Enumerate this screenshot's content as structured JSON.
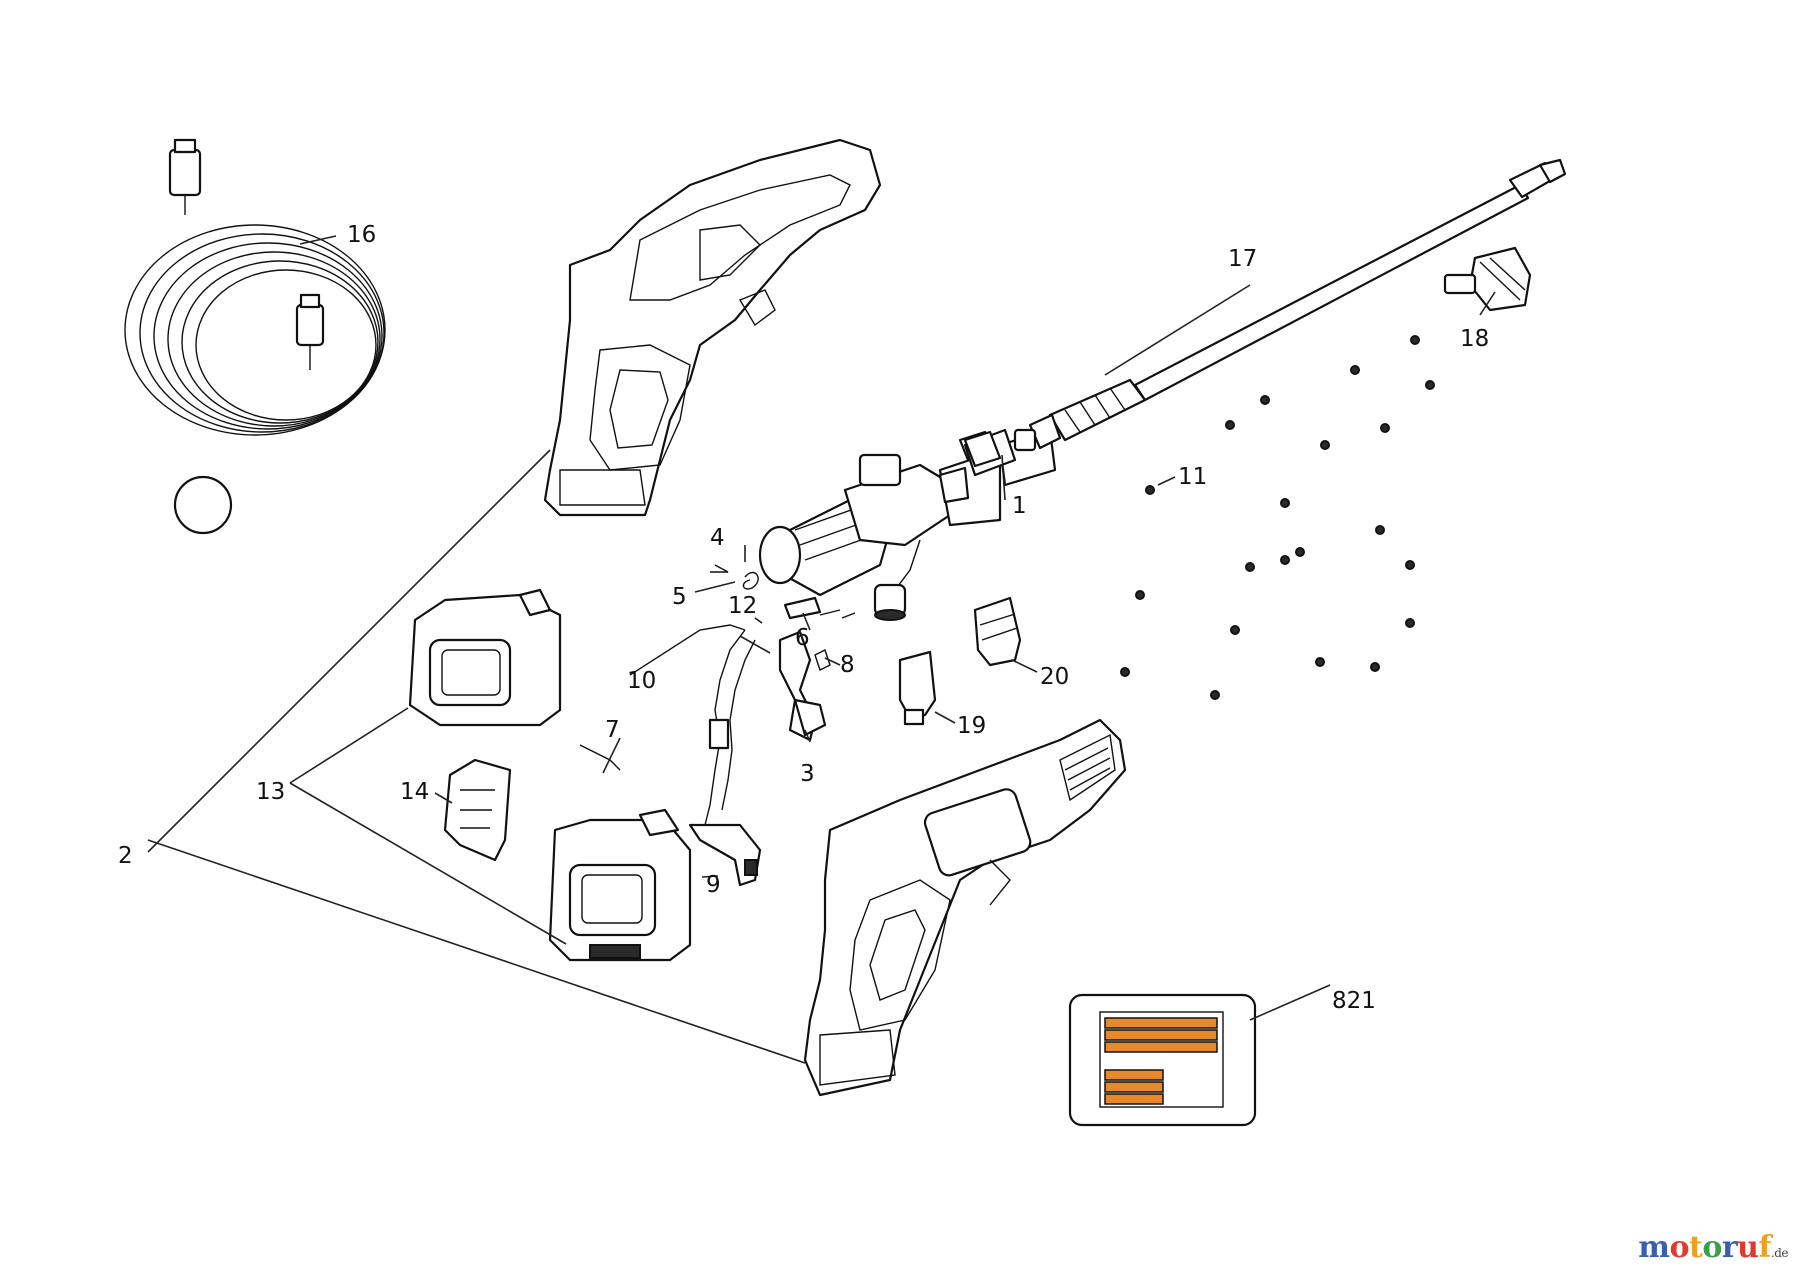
{
  "parts": [
    {
      "id": "p1",
      "label": "1"
    },
    {
      "id": "p2",
      "label": "2"
    },
    {
      "id": "p3",
      "label": "3"
    },
    {
      "id": "p4",
      "label": "4"
    },
    {
      "id": "p5",
      "label": "5"
    },
    {
      "id": "p6",
      "label": "6"
    },
    {
      "id": "p7",
      "label": "7"
    },
    {
      "id": "p8",
      "label": "8"
    },
    {
      "id": "p9",
      "label": "9"
    },
    {
      "id": "p10",
      "label": "10"
    },
    {
      "id": "p11",
      "label": "11"
    },
    {
      "id": "p12",
      "label": "12"
    },
    {
      "id": "p13",
      "label": "13"
    },
    {
      "id": "p14",
      "label": "14"
    },
    {
      "id": "p16",
      "label": "16"
    },
    {
      "id": "p17",
      "label": "17"
    },
    {
      "id": "p18",
      "label": "18"
    },
    {
      "id": "p19",
      "label": "19"
    },
    {
      "id": "p20",
      "label": "20"
    },
    {
      "id": "p821",
      "label": "821"
    }
  ],
  "brand": {
    "colors": [
      "#3a5fb0",
      "#e03a2f",
      "#f0a020",
      "#3aa04a",
      "#3a5fb0",
      "#e03a2f",
      "#f0a020"
    ],
    "letters": [
      "m",
      "o",
      "t",
      "o",
      "r",
      "u",
      "f"
    ],
    "suffix": ".de"
  },
  "colors": {
    "label_plate": "#e8892b",
    "ink": "#111111"
  }
}
